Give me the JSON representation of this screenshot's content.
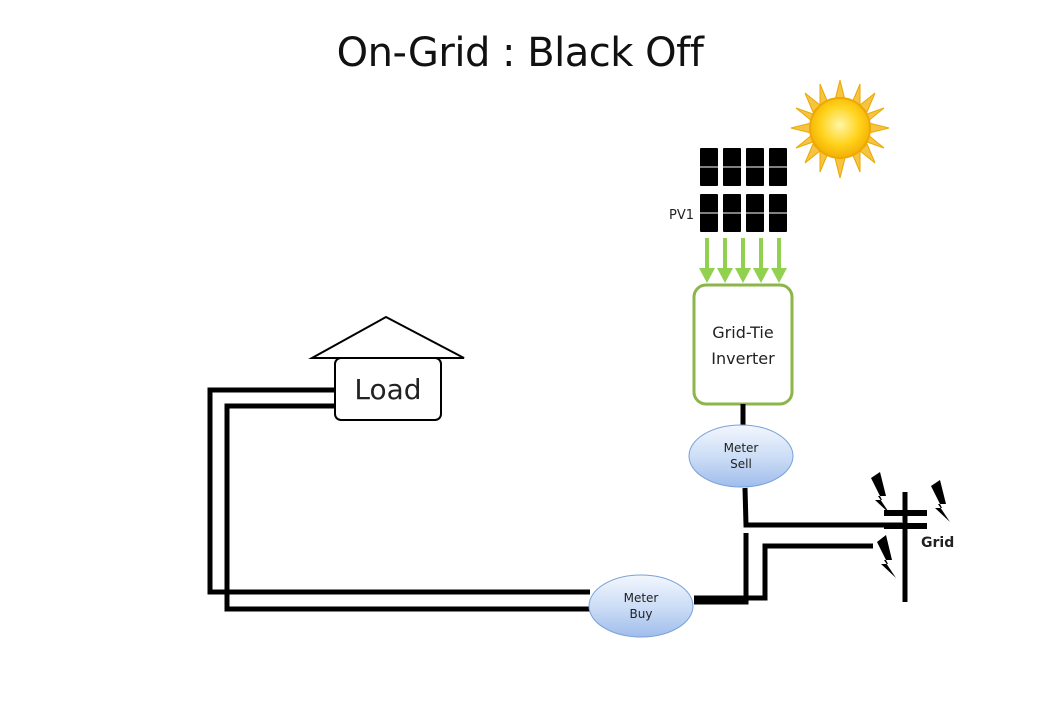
{
  "title": "On-Grid : Black Off",
  "labels": {
    "pv": "PV1",
    "inverter_line1": "Grid-Tie",
    "inverter_line2": "Inverter",
    "load": "Load",
    "meter_sell_line1": "Meter",
    "meter_sell_line2": "Sell",
    "meter_buy_line1": "Meter",
    "meter_buy_line2": "Buy",
    "grid": "Grid"
  },
  "colors": {
    "wire": "#000000",
    "arrow": "#92d050",
    "inverter_border": "#8cb54a",
    "meter_fill_top": "#eef4fd",
    "meter_fill_bottom": "#a9c6ee",
    "sun_outer": "#f6c342",
    "sun_core": "#ffd21a"
  },
  "icons": {
    "sun": "sun-icon",
    "solar_panel": "solar-panel-icon",
    "lightning": "lightning-bolt-icon",
    "house": "house-roof-icon",
    "grid_pole": "utility-pole-icon"
  }
}
